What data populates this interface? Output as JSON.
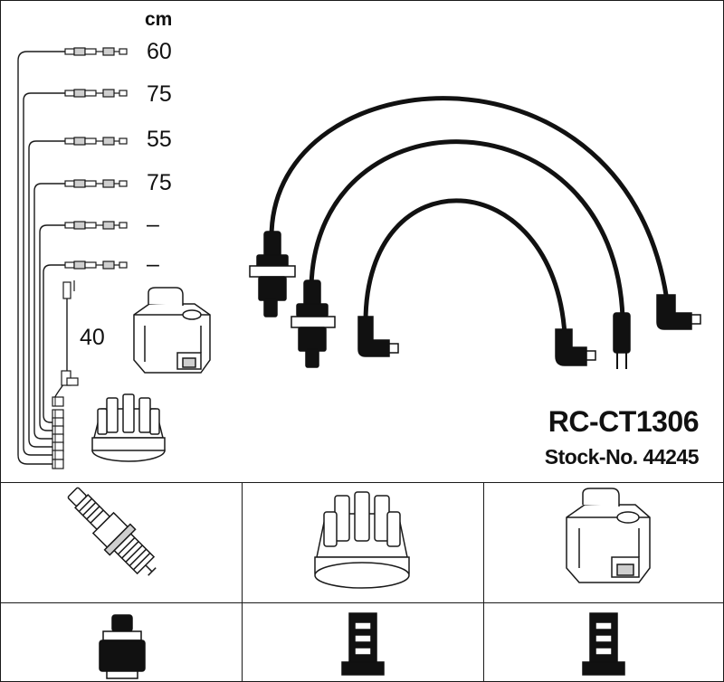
{
  "header": {
    "unit_label": "cm",
    "lengths": [
      "60",
      "75",
      "55",
      "75",
      "–",
      "–"
    ],
    "coil_cable_length": "40"
  },
  "product": {
    "model": "RC-CT1306",
    "stock": "Stock-No. 44245"
  },
  "colors": {
    "line": "#1a1a1a",
    "cable": "#111111",
    "fill": "#ffffff",
    "shade": "#cfcfcf"
  },
  "components": {
    "row1": [
      "spark-plug-icon",
      "distributor-cap-icon",
      "ignition-coil-icon"
    ],
    "row2": [
      "plug-boot-connector-icon",
      "cap-terminal-connector-icon",
      "coil-terminal-connector-icon"
    ]
  }
}
